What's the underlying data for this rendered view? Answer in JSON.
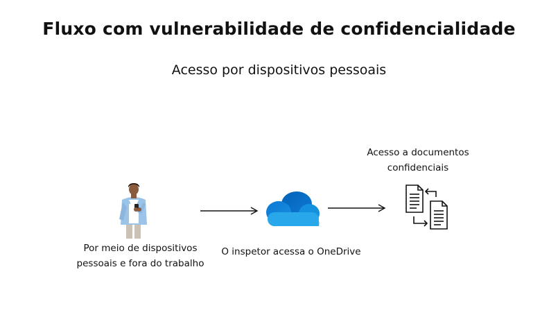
{
  "title": "Fluxo com vulnerabilidade de confidencialidade",
  "subtitle": "Acesso por dispositivos pessoais",
  "steps": [
    {
      "icon": "person-phone-icon",
      "label": "Por meio de dispositivos pessoais e fora do trabalho"
    },
    {
      "icon": "onedrive-cloud-icon",
      "label": "O inspetor acessa o OneDrive"
    },
    {
      "icon": "documents-exchange-icon",
      "label": "Acesso a documentos confidenciais"
    }
  ],
  "colors": {
    "text": "#111111",
    "arrow": "#111111",
    "cloud_light": "#28A8EA",
    "cloud_mid": "#0F78D4",
    "cloud_dark": "#0364B8",
    "shirt": "#9CC3E8",
    "skin": "#8A5A3C"
  }
}
